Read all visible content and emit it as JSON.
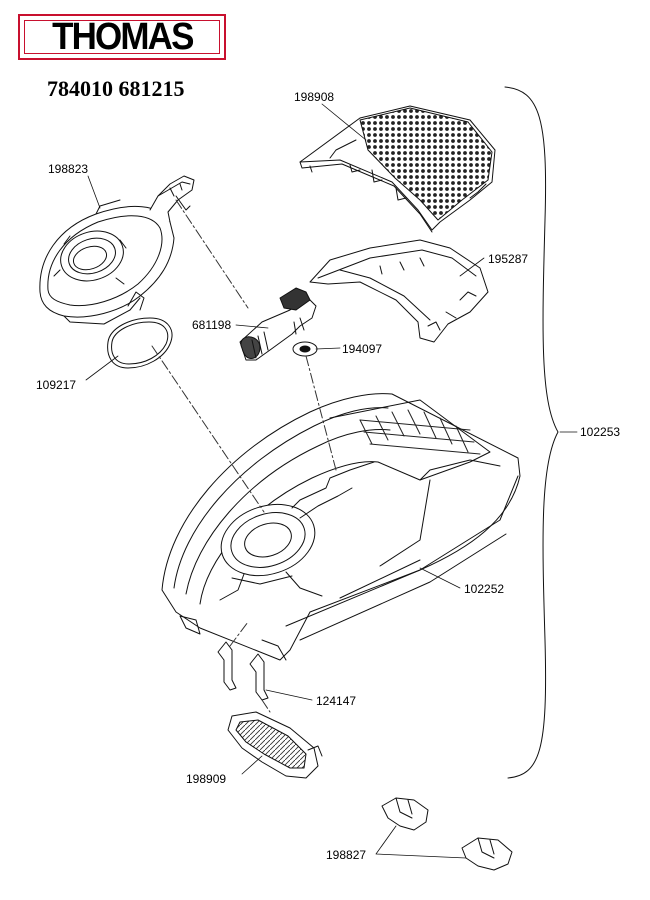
{
  "brand": {
    "name": "THOMAS",
    "accent_color": "#c8102e"
  },
  "model_numbers": "784010 681215",
  "parts": {
    "p198908": "198908",
    "p198823": "198823",
    "p195287": "195287",
    "p681198": "681198",
    "p194097": "194097",
    "p109217": "109217",
    "p102253": "102253",
    "p102252": "102252",
    "p124147": "124147",
    "p198909": "198909",
    "p198827": "198827"
  }
}
